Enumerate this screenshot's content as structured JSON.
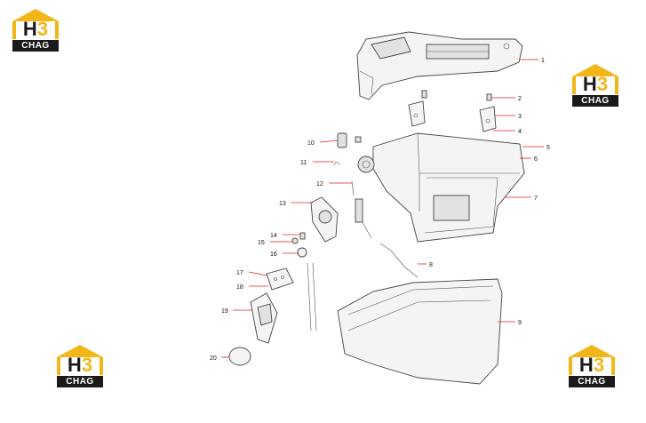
{
  "logo": {
    "mark_left": "H",
    "mark_right": "3",
    "word": "CHAG"
  },
  "callouts": [
    {
      "num": "1"
    },
    {
      "num": "2"
    },
    {
      "num": "3"
    },
    {
      "num": "4"
    },
    {
      "num": "5"
    },
    {
      "num": "6"
    },
    {
      "num": "7"
    },
    {
      "num": "8"
    },
    {
      "num": "9"
    },
    {
      "num": "10"
    },
    {
      "num": "11"
    },
    {
      "num": "12"
    },
    {
      "num": "13"
    },
    {
      "num": "14"
    },
    {
      "num": "15"
    },
    {
      "num": "16"
    },
    {
      "num": "17"
    },
    {
      "num": "18"
    },
    {
      "num": "19"
    },
    {
      "num": "20"
    }
  ],
  "colors": {
    "logo_yellow": "#f3b619",
    "logo_dark": "#1a1a1a",
    "leader": "#e02020"
  }
}
